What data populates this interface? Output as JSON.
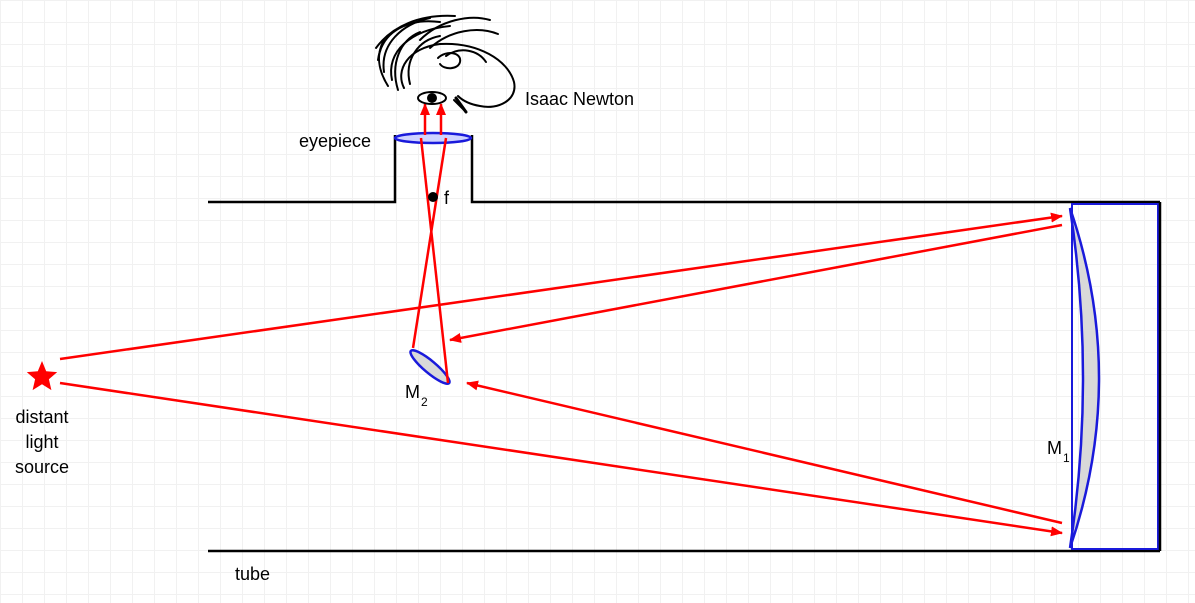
{
  "labels": {
    "source_line1": "distant",
    "source_line2": "light",
    "source_line3": "source",
    "eyepiece": "eyepiece",
    "observer": "Isaac Newton",
    "focus": "f",
    "secondary_mirror": "M",
    "secondary_mirror_sub": "2",
    "primary_mirror": "M",
    "primary_mirror_sub": "1",
    "tube": "tube"
  },
  "colors": {
    "ray": "#ff0000",
    "optics": "#1a1adb",
    "mirror_fill": "#d9d9d9",
    "tube": "#000000",
    "star": "#ff0000"
  },
  "icons": {
    "source": "star-icon",
    "observer": "newton-head-icon"
  }
}
